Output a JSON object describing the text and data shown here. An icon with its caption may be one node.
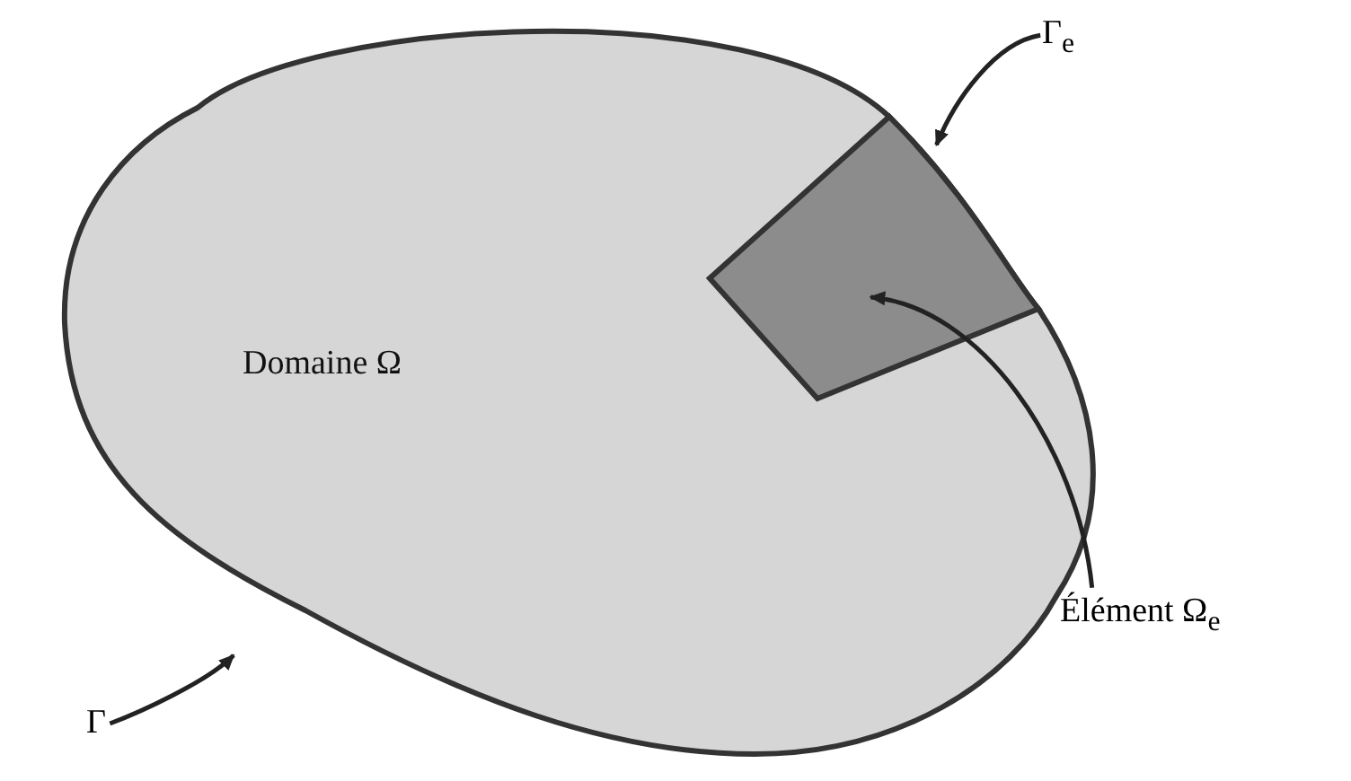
{
  "diagram": {
    "nodes": [
      {
        "text": [
          "Domaine Ω"
        ]
      },
      {
        "text": [],
        "shape": "box",
        "in": 0
      },
      {
        "text": [
          "Γ$_{e}$"
        ]
      },
      {
        "text": [
          "Élément Ω$_{e}$"
        ]
      },
      {
        "text": [
          "Γ"
        ]
      }
    ],
    "edges": [
      {
        "from": 2,
        "to": 1,
        "arrow": "to"
      },
      {
        "from": 3,
        "to": 1,
        "arrow": "to"
      },
      {
        "from": 4,
        "to": null,
        "arrow": "to"
      }
    ]
  }
}
